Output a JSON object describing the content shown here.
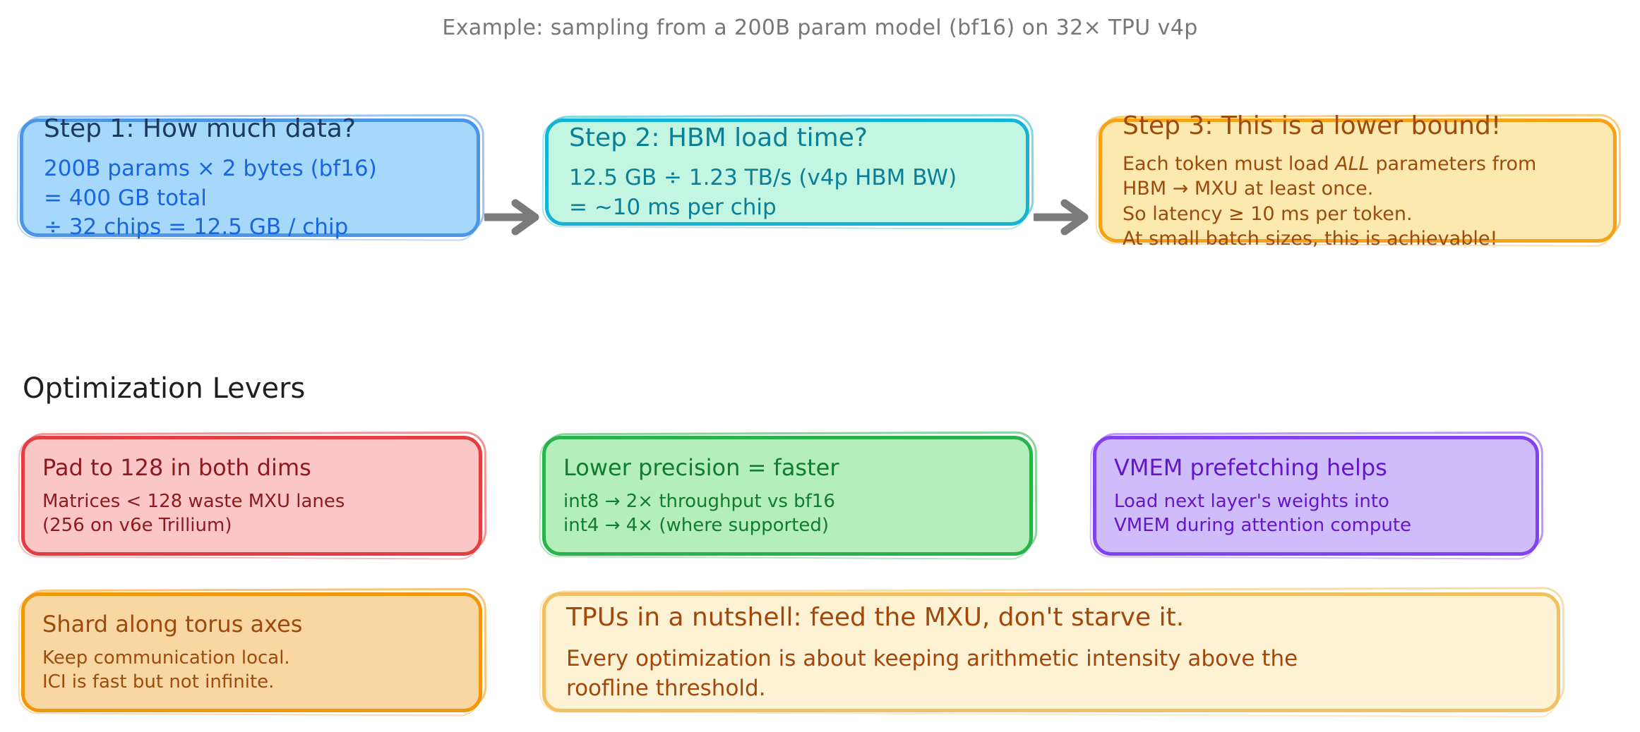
{
  "title": "Example: sampling from a 200B param model (bf16) on 32× TPU v4p",
  "section_heading": "Optimization Levers",
  "colors": {
    "title_text": "#77777a",
    "heading_text": "#1f1f1f",
    "arrow": "#7b7b7b",
    "step1_fill": "#a5d8fb",
    "step1_border": "#4b96e6",
    "step1_title": "#1b3a5c",
    "step1_text": "#1a65e0",
    "step2_fill": "#c2f6e3",
    "step2_border": "#14b4d4",
    "step2_text": "#0a7f96",
    "step3_fill": "#fbe9b0",
    "step3_border": "#f5a314",
    "step3_text": "#9c4b0d",
    "red_fill": "#fac6c6",
    "red_border": "#e33f42",
    "red_text": "#8d1a1f",
    "green_fill": "#b4eeba",
    "green_border": "#29b34a",
    "green_text": "#0f7b33",
    "purple_fill": "#cfbdfb",
    "purple_border": "#8341ef",
    "purple_text": "#6516c9",
    "orange_fill": "#f9d7a2",
    "orange_border": "#f0970b",
    "orange_text": "#9c4b0d",
    "cream_fill": "#fdf3d4",
    "cream_border": "#f3bf62",
    "cream_text": "#a3470b"
  },
  "steps": [
    {
      "id": "step-1",
      "title": "Step 1: How much data?",
      "lines": [
        "200B params × 2 bytes (bf16)",
        "= 400 GB total",
        "÷ 32 chips = 12.5 GB / chip"
      ]
    },
    {
      "id": "step-2",
      "title": "Step 2: HBM load time?",
      "lines": [
        "12.5 GB ÷ 1.23 TB/s (v4p HBM BW)",
        "= ~10 ms per chip"
      ]
    },
    {
      "id": "step-3",
      "title": "Step 3: This is a lower bound!",
      "lines": [
        "Each token must load ALL parameters from",
        "HBM → MXU at least once.",
        "So latency ≥ 10 ms per token.",
        "At small batch sizes, this is achievable!"
      ],
      "emphasis_word": "ALL"
    }
  ],
  "arrows": [
    {
      "name": "arrow-step1-to-step2",
      "glyph": "→"
    },
    {
      "name": "arrow-step2-to-step3",
      "glyph": "→"
    }
  ],
  "levers": [
    {
      "id": "lever-pad",
      "title": "Pad to 128 in both dims",
      "lines": [
        "Matrices < 128 waste MXU lanes",
        "(256 on v6e Trillium)"
      ]
    },
    {
      "id": "lever-precision",
      "title": "Lower precision = faster",
      "lines": [
        "int8 → 2× throughput vs bf16",
        "int4 → 4× (where supported)"
      ]
    },
    {
      "id": "lever-vmem",
      "title": "VMEM prefetching helps",
      "lines": [
        "Load next layer's weights into",
        "VMEM during attention compute"
      ]
    },
    {
      "id": "lever-shard",
      "title": "Shard along torus axes",
      "lines": [
        "Keep communication local.",
        "ICI is fast but not infinite."
      ]
    }
  ],
  "summary": {
    "id": "summary",
    "title": "TPUs in a nutshell: feed the MXU, don't starve it.",
    "lines": [
      "Every optimization is about keeping arithmetic intensity above the",
      "roofline threshold."
    ]
  }
}
